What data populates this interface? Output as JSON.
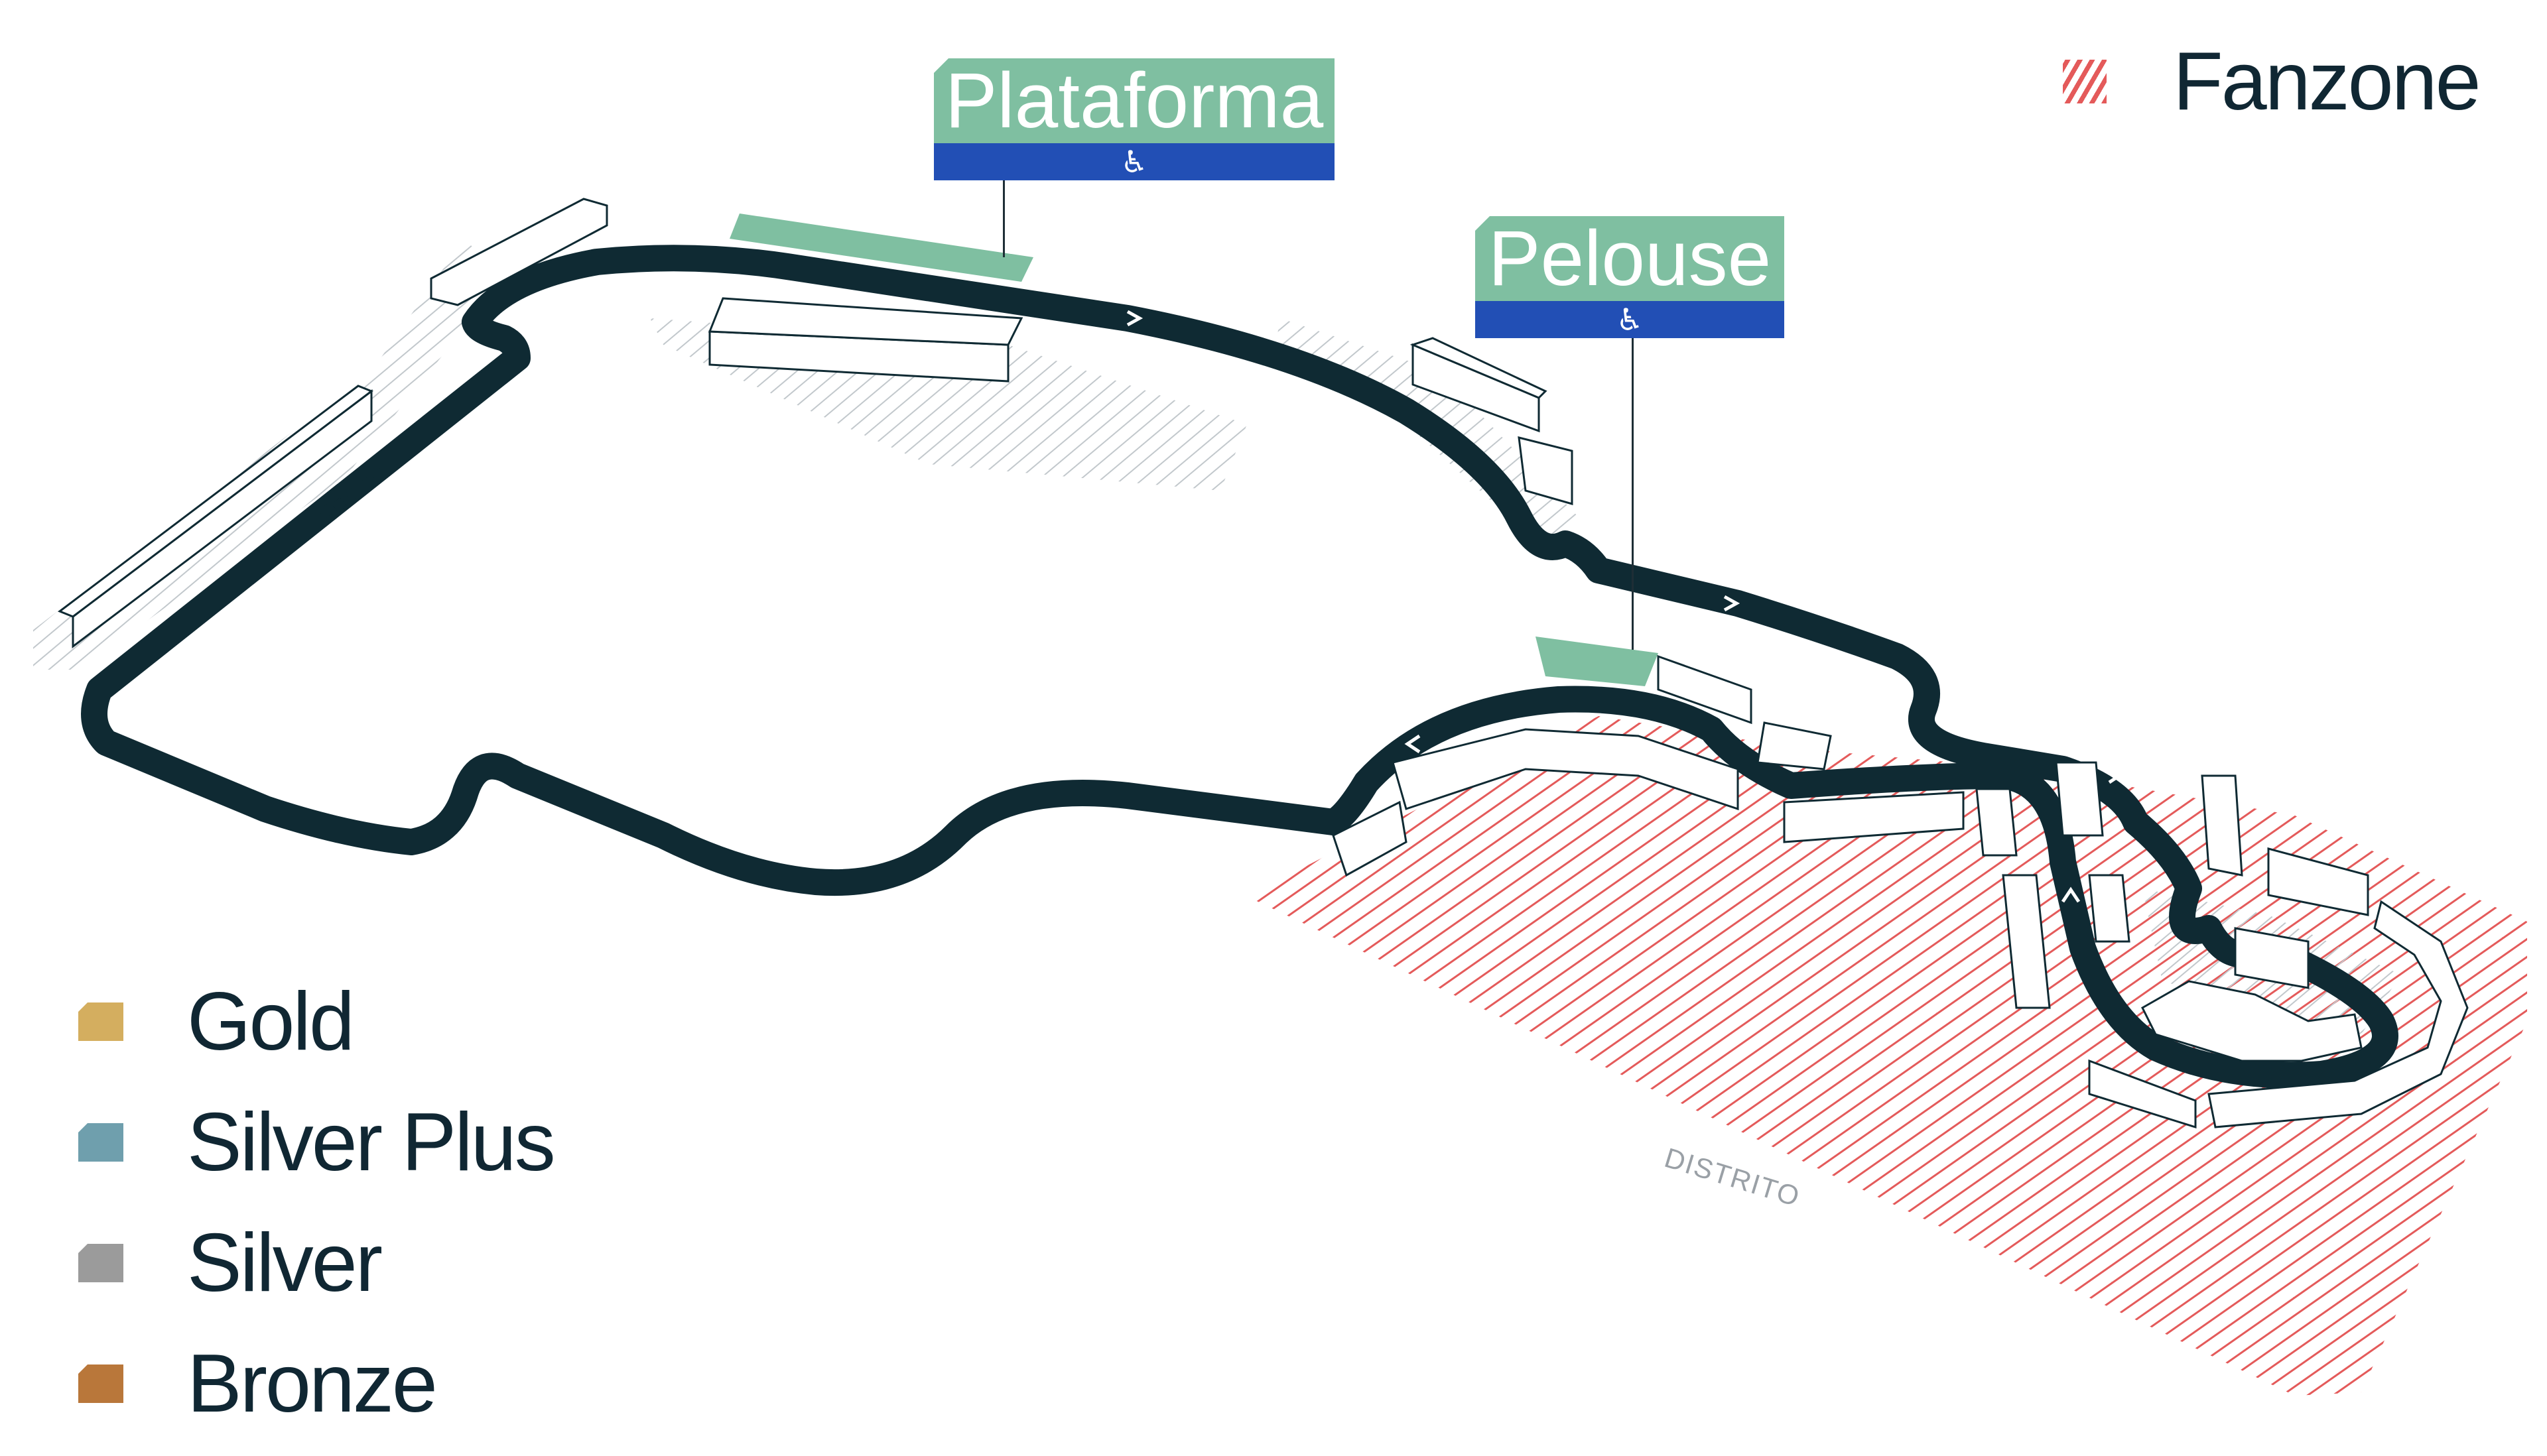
{
  "venues": {
    "plataforma": {
      "label": "Plataforma",
      "accessibility_icon": "wheelchair-icon",
      "accessibility_glyph": "♿"
    },
    "pelouse": {
      "label": "Pelouse",
      "accessibility_icon": "wheelchair-icon",
      "accessibility_glyph": "♿"
    }
  },
  "fanzone": {
    "label": "Fanzone",
    "color": "#e45a5a",
    "pattern": "diagonal-hatch"
  },
  "area_label": "DISTRITO",
  "legend": [
    {
      "label": "Gold",
      "color": "#d4ae5f"
    },
    {
      "label": "Silver Plus",
      "color": "#6f9fad"
    },
    {
      "label": "Silver",
      "color": "#9b9b9b"
    },
    {
      "label": "Bronze",
      "color": "#b9773a"
    }
  ],
  "colors": {
    "track": "#0f2a33",
    "zone_green": "#7fbfa1",
    "access_blue": "#224fb5",
    "hatch_gray": "#c2c8cc",
    "text_dark": "#102733"
  }
}
